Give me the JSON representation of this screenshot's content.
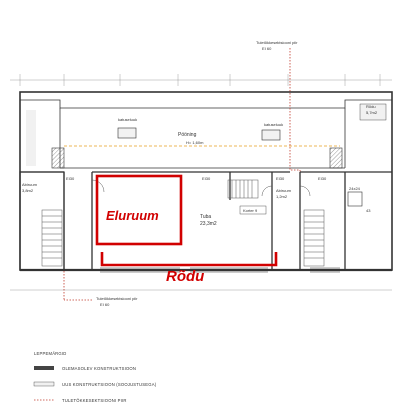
{
  "plan": {
    "labels": {
      "fire_line_top": "Tuletõkkesektsiooni piir",
      "fire_ei_top": "EI 60",
      "fire_line_bottom": "Tuletõkkesektsiooni piir",
      "fire_ei_bottom": "EI 60",
      "hatch_left": "katuseluuk",
      "hatch_right": "katuseluuk",
      "attic": "Pööning",
      "height_line": "H= 1,60m",
      "room_left_name": "Abiruum",
      "room_left_area": "3,8m2",
      "door_ei_left": "EI30",
      "door_ei_mid": "EI30",
      "door_ei_right": "EI30",
      "door_ei_right2": "EI30",
      "highlight_living": "Eluruum",
      "highlight_balcony": "Rõdu",
      "room_tuba_name": "Tuba",
      "room_tuba_area": "23,3m2",
      "apartment_tag": "Korter 9",
      "room_abiruum2_name": "Abiruum",
      "room_abiruum2_area": "1,2m2",
      "room_rodu_name": "Rõdu",
      "room_rodu_area": "5,7m2",
      "dim_24x24": "24x24",
      "room_right_area": "43"
    },
    "legend": {
      "title": "LEPPEMÄRGID",
      "items": [
        {
          "label": "OLEMASOLEV KONSTRUKTSIOON"
        },
        {
          "label": "UUS KONSTRUKTSIOON (SOOJUSTUSEGA)"
        },
        {
          "label": "TULETÕKKESEKTSIOONI PIIR"
        }
      ]
    },
    "colors": {
      "highlight": "#d10000",
      "fire_line": "#c0392b",
      "height_line": "#e8a020",
      "wall": "#333333"
    }
  }
}
